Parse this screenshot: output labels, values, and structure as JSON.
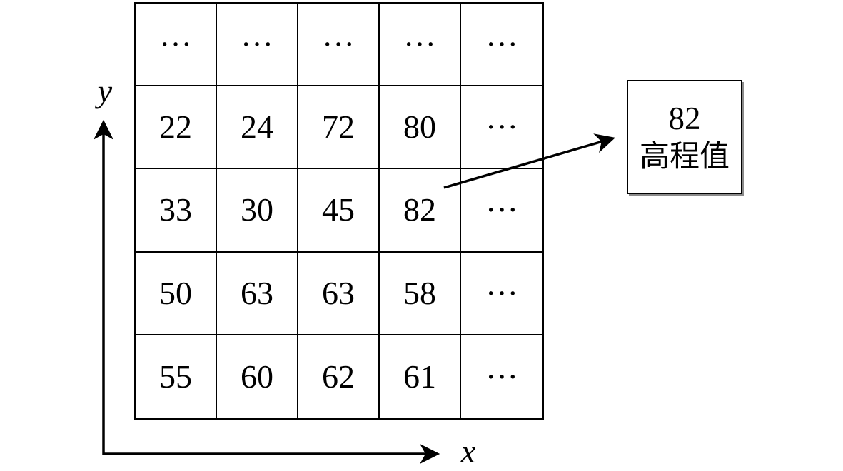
{
  "figure": {
    "background": "#ffffff",
    "line_color": "#000000",
    "shadow_color": "#8a8a8a"
  },
  "axes": {
    "x_label": "x",
    "y_label": "y"
  },
  "grid": {
    "rows": [
      [
        "···",
        "···",
        "···",
        "···",
        "···"
      ],
      [
        "22",
        "24",
        "72",
        "80",
        "···"
      ],
      [
        "33",
        "30",
        "45",
        "82",
        "···"
      ],
      [
        "50",
        "63",
        "63",
        "58",
        "···"
      ],
      [
        "55",
        "60",
        "62",
        "61",
        "···"
      ]
    ],
    "highlighted_cell": {
      "row": 2,
      "col": 3,
      "value": "82"
    }
  },
  "callout": {
    "value": "82",
    "label": "高程值"
  }
}
